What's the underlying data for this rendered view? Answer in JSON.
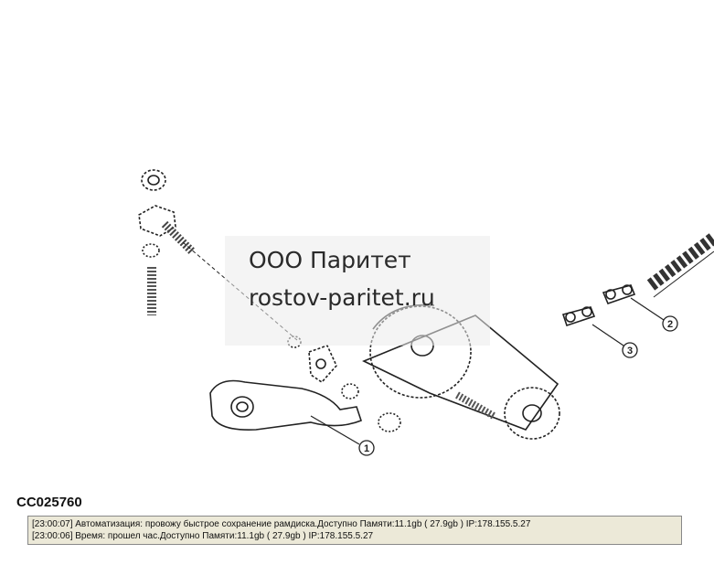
{
  "watermark": {
    "line1": "ООО Паритет",
    "line2": "rostov-paritet.ru"
  },
  "callouts": [
    "1",
    "2",
    "3"
  ],
  "part_code": "CC025760",
  "log": [
    "[23:00:07]  Автоматизация: провожу быстрое сохранение рамдиска.Доступно Памяти:11.1gb  ( 27.9gb ) IP:178.155.5.27",
    "[23:00:06]  Время: прошел час.Доступно Памяти:11.1gb  ( 27.9gb ) IP:178.155.5.27"
  ]
}
